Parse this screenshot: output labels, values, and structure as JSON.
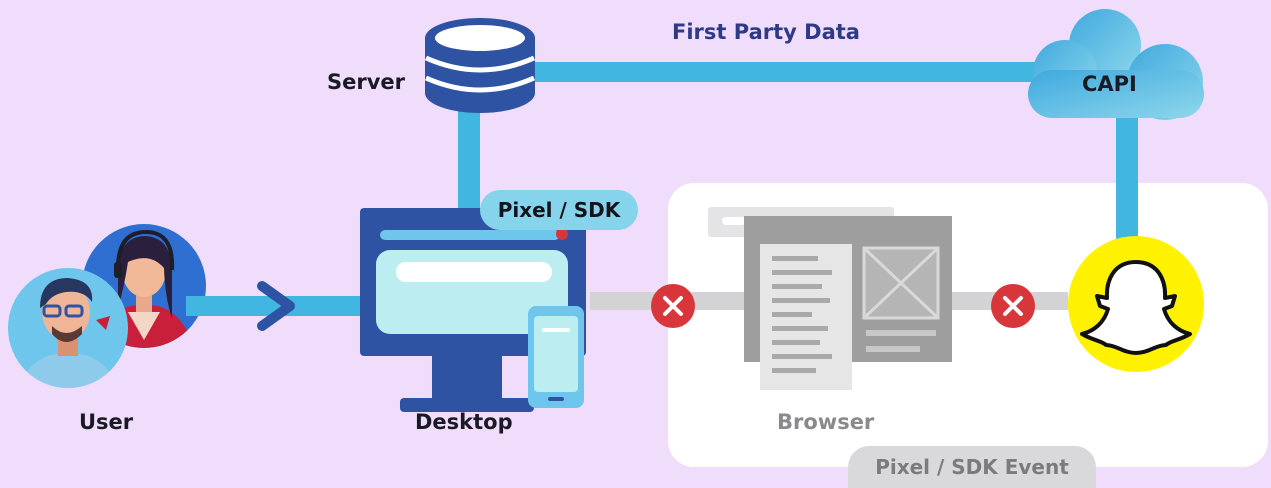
{
  "diagram": {
    "labels": {
      "first_party_data": "First Party Data",
      "server": "Server",
      "capi": "CAPI",
      "pixel_sdk": "Pixel / SDK",
      "user": "User",
      "desktop": "Desktop",
      "browser": "Browser",
      "pixel_sdk_event": "Pixel / SDK Event"
    },
    "icons": {
      "server": "database-icon",
      "capi": "cloud-icon",
      "user": "users-avatar-icon",
      "desktop": "desktop-monitor-icon",
      "mobile": "phone-icon",
      "browser": "browser-window-icon",
      "snapchat": "snapchat-ghost-icon",
      "blocked": "close-icon"
    },
    "colors": {
      "background": "#EFDDFB",
      "connector": "#40B6E0",
      "accent_navy": "#2E53A3",
      "blocked_red": "#D7373A",
      "snap_yellow": "#FFF200",
      "browser_panel": "#FFFFFF"
    }
  }
}
